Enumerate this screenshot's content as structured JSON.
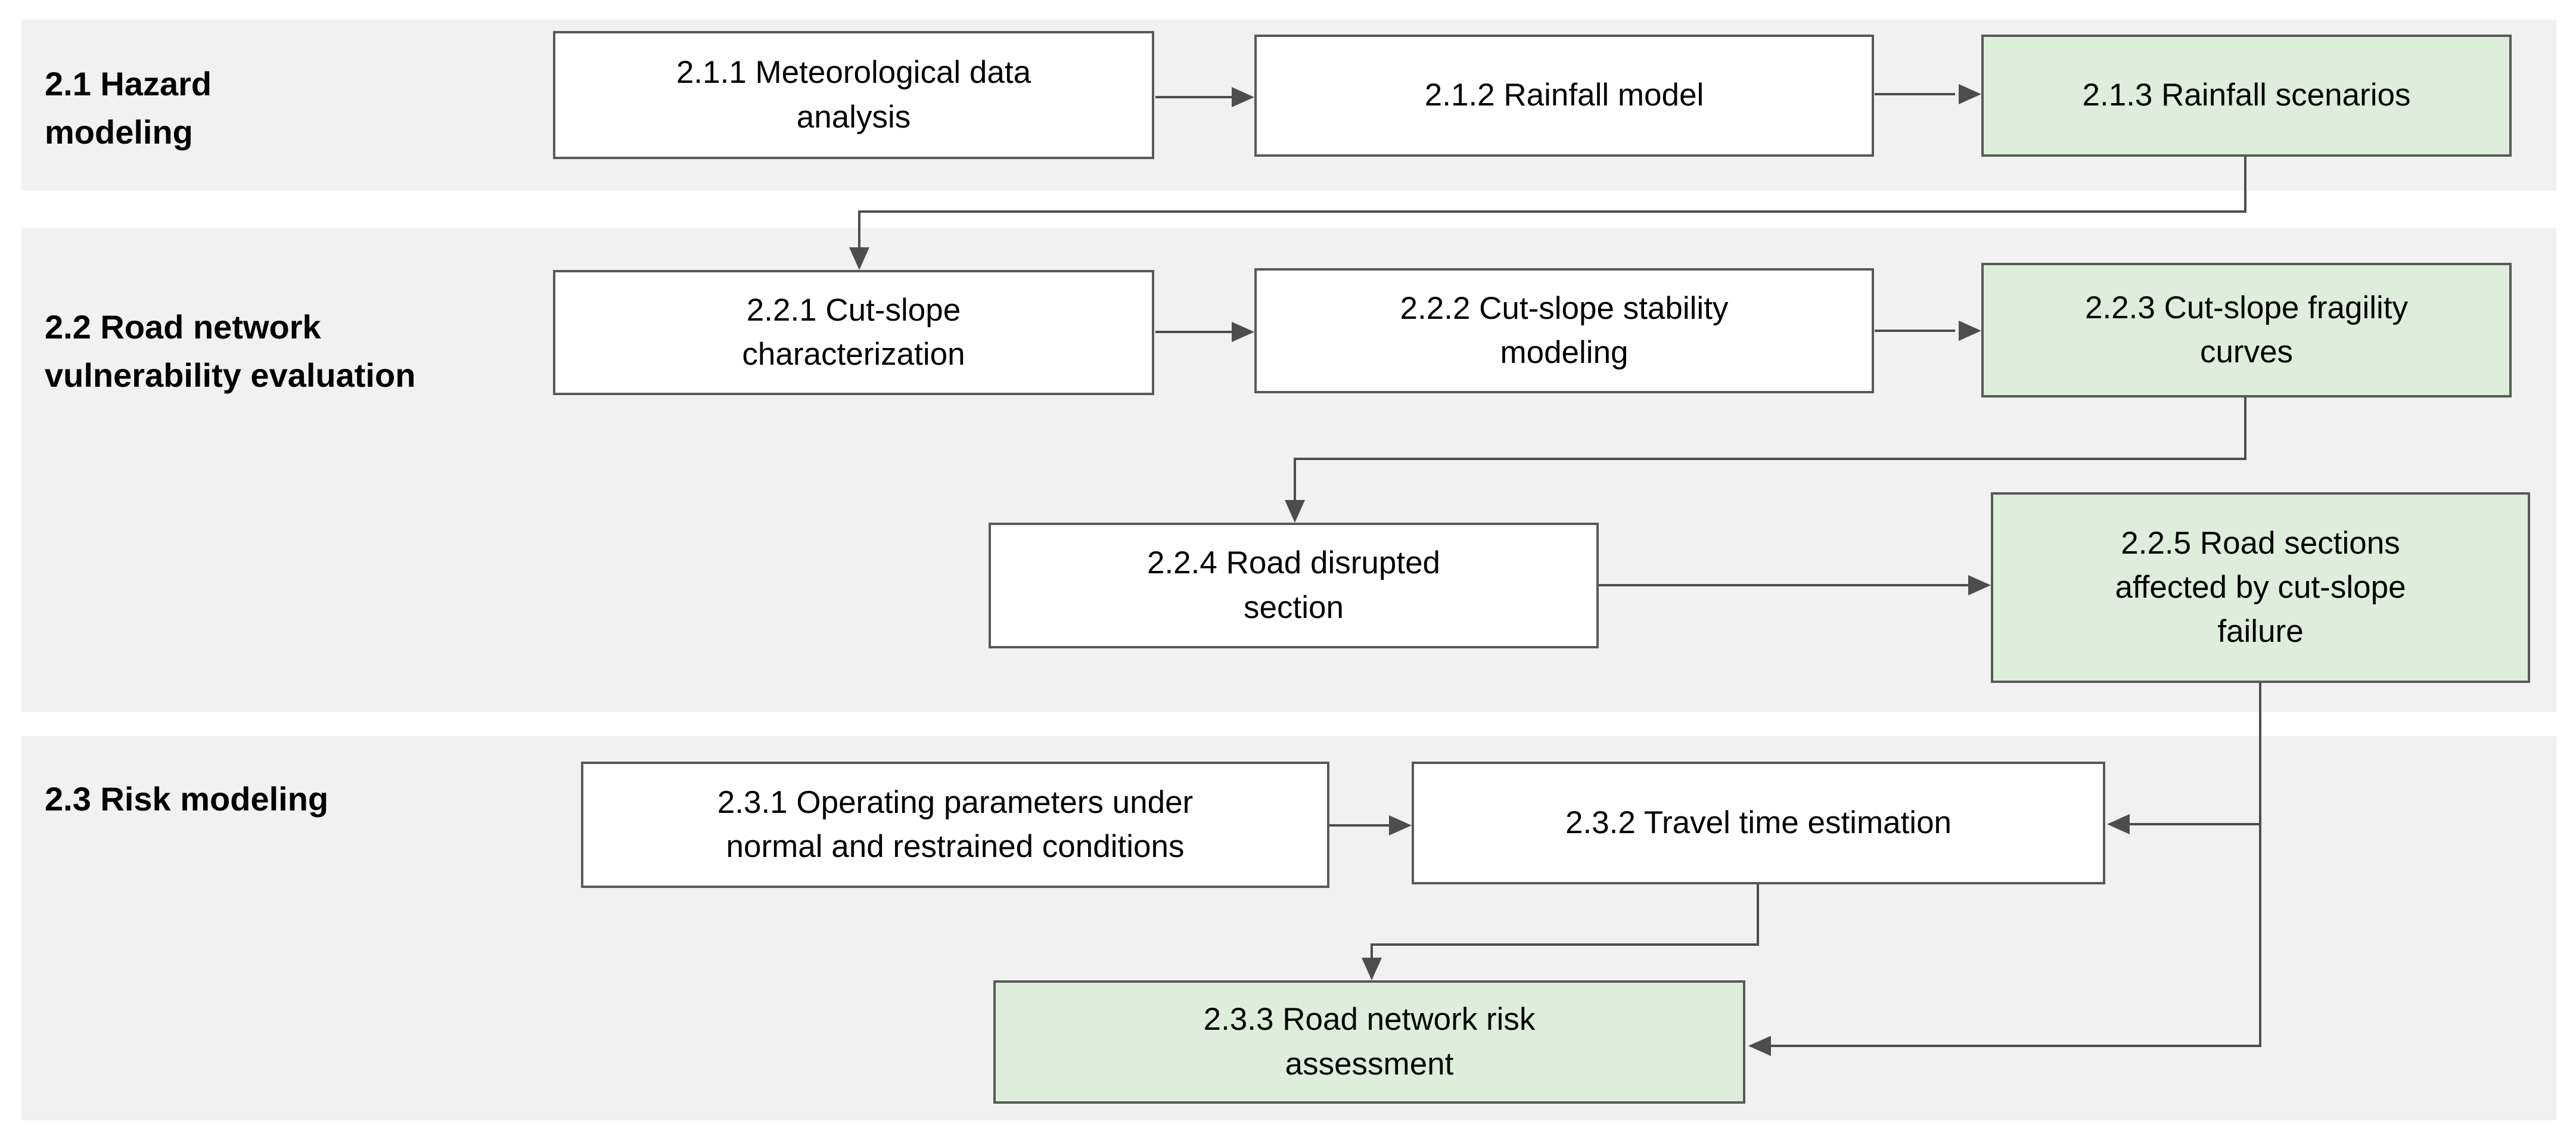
{
  "diagram": {
    "type": "flowchart",
    "sections": [
      {
        "id": "2.1",
        "label_lines": [
          "2.1 Hazard",
          "modeling"
        ]
      },
      {
        "id": "2.2",
        "label_lines": [
          "2.2 Road network",
          "vulnerability evaluation"
        ]
      },
      {
        "id": "2.3",
        "label_lines": [
          "2.3 Risk modeling"
        ]
      }
    ],
    "boxes": {
      "b211": {
        "id": "2.1.1",
        "label_lines": [
          "2.1.1 Meteorological data",
          "analysis"
        ],
        "style": "plain",
        "section": "2.1"
      },
      "b212": {
        "id": "2.1.2",
        "label_lines": [
          "2.1.2 Rainfall model"
        ],
        "style": "plain",
        "section": "2.1"
      },
      "b213": {
        "id": "2.1.3",
        "label_lines": [
          "2.1.3 Rainfall scenarios"
        ],
        "style": "highlighted-green",
        "section": "2.1"
      },
      "b221": {
        "id": "2.2.1",
        "label_lines": [
          "2.2.1 Cut-slope",
          "characterization"
        ],
        "style": "plain",
        "section": "2.2"
      },
      "b222": {
        "id": "2.2.2",
        "label_lines": [
          "2.2.2 Cut-slope stability",
          "modeling"
        ],
        "style": "plain",
        "section": "2.2"
      },
      "b223": {
        "id": "2.2.3",
        "label_lines": [
          "2.2.3 Cut-slope fragility",
          "curves"
        ],
        "style": "highlighted-green",
        "section": "2.2"
      },
      "b224": {
        "id": "2.2.4",
        "label_lines": [
          "2.2.4 Road disrupted",
          "section"
        ],
        "style": "plain",
        "section": "2.2"
      },
      "b225": {
        "id": "2.2.5",
        "label_lines": [
          "2.2.5 Road sections",
          "affected by cut-slope",
          "failure"
        ],
        "style": "highlighted-green",
        "section": "2.2"
      },
      "b231": {
        "id": "2.3.1",
        "label_lines": [
          "2.3.1 Operating parameters under",
          "normal and restrained conditions"
        ],
        "style": "plain",
        "section": "2.3"
      },
      "b232": {
        "id": "2.3.2",
        "label_lines": [
          "2.3.2 Travel time estimation"
        ],
        "style": "plain",
        "section": "2.3"
      },
      "b233": {
        "id": "2.3.3",
        "label_lines": [
          "2.3.3 Road network risk",
          "assessment"
        ],
        "style": "highlighted-green",
        "section": "2.3"
      }
    },
    "edges": [
      {
        "from": "2.1.1",
        "to": "2.1.2"
      },
      {
        "from": "2.1.2",
        "to": "2.1.3"
      },
      {
        "from": "2.1.3",
        "to": "2.2.1"
      },
      {
        "from": "2.2.1",
        "to": "2.2.2"
      },
      {
        "from": "2.2.2",
        "to": "2.2.3"
      },
      {
        "from": "2.2.3",
        "to": "2.2.4"
      },
      {
        "from": "2.2.4",
        "to": "2.2.5"
      },
      {
        "from": "2.2.5",
        "to": "2.3.2"
      },
      {
        "from": "2.2.5",
        "to": "2.3.3"
      },
      {
        "from": "2.3.1",
        "to": "2.3.2"
      },
      {
        "from": "2.3.2",
        "to": "2.3.3"
      }
    ],
    "colors": {
      "band": "#f1f1f2",
      "green_fill": "#ddeedb",
      "box_fill": "#ffffff",
      "box_border": "#595959",
      "line": "#4d4d4d",
      "text": "#000000"
    }
  }
}
